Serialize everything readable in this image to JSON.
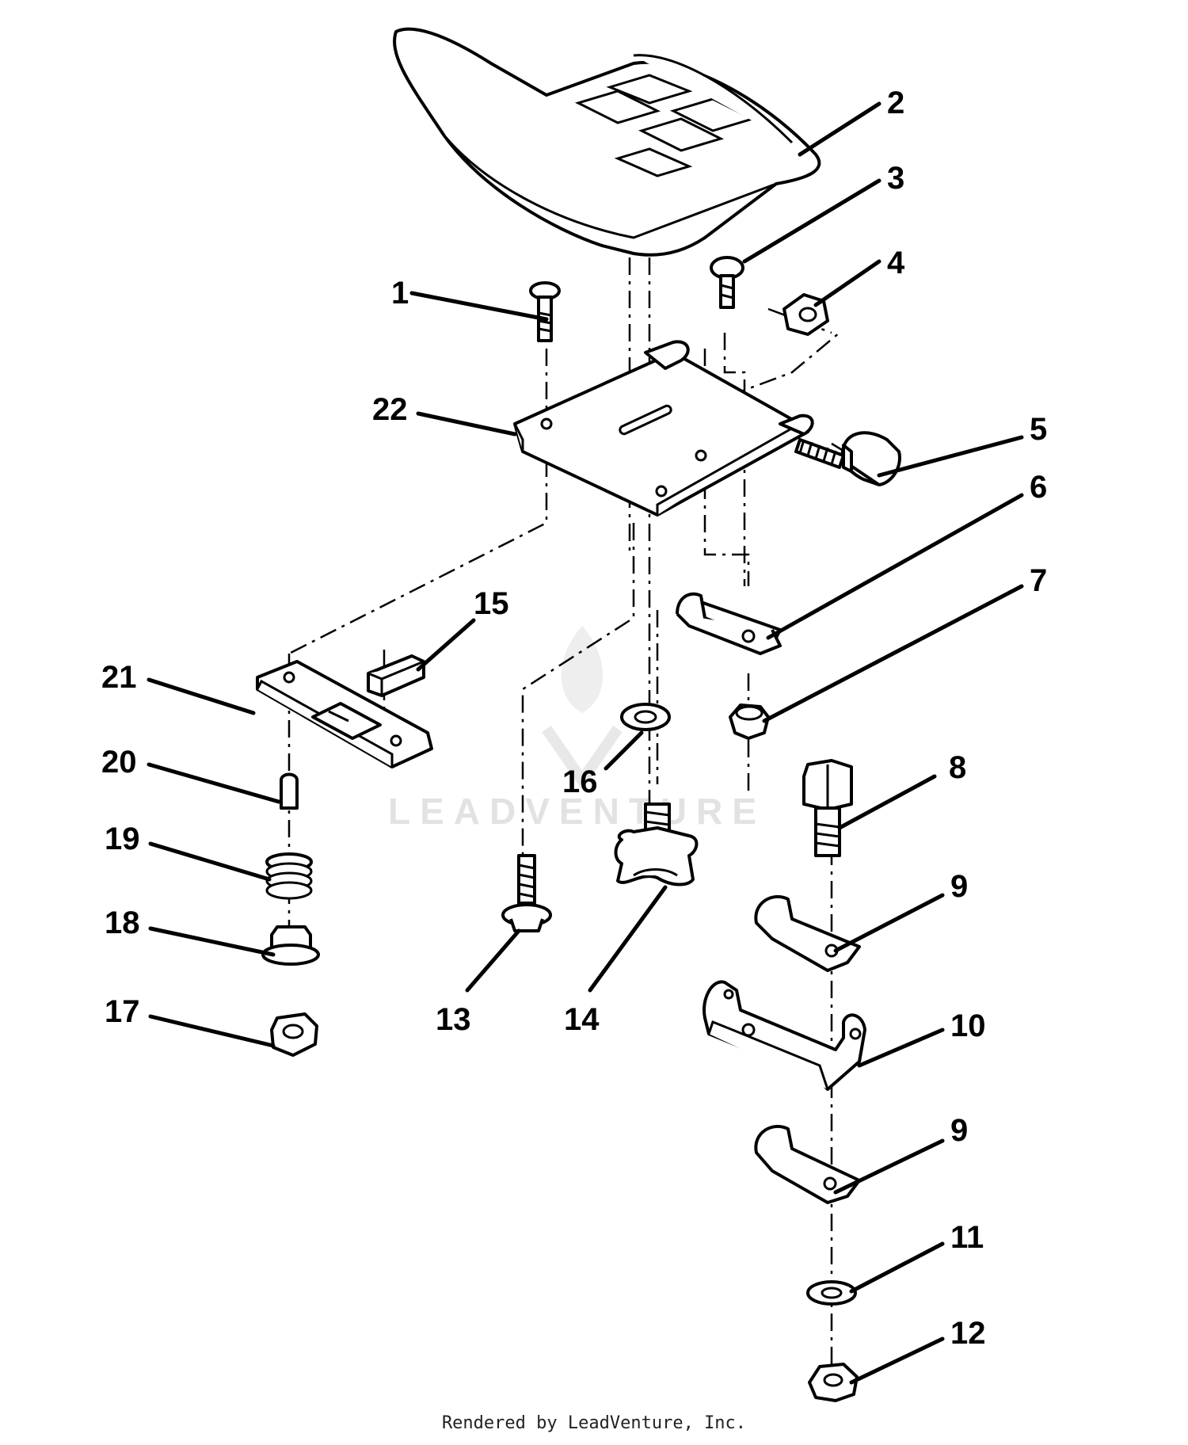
{
  "diagram": {
    "callouts": [
      "1",
      "2",
      "3",
      "4",
      "5",
      "6",
      "7",
      "8",
      "9",
      "10",
      "9",
      "11",
      "12",
      "13",
      "14",
      "15",
      "16",
      "17",
      "18",
      "19",
      "20",
      "21",
      "22"
    ]
  },
  "watermark": "LEADVENTURE",
  "footer": "Rendered by LeadVenture, Inc."
}
